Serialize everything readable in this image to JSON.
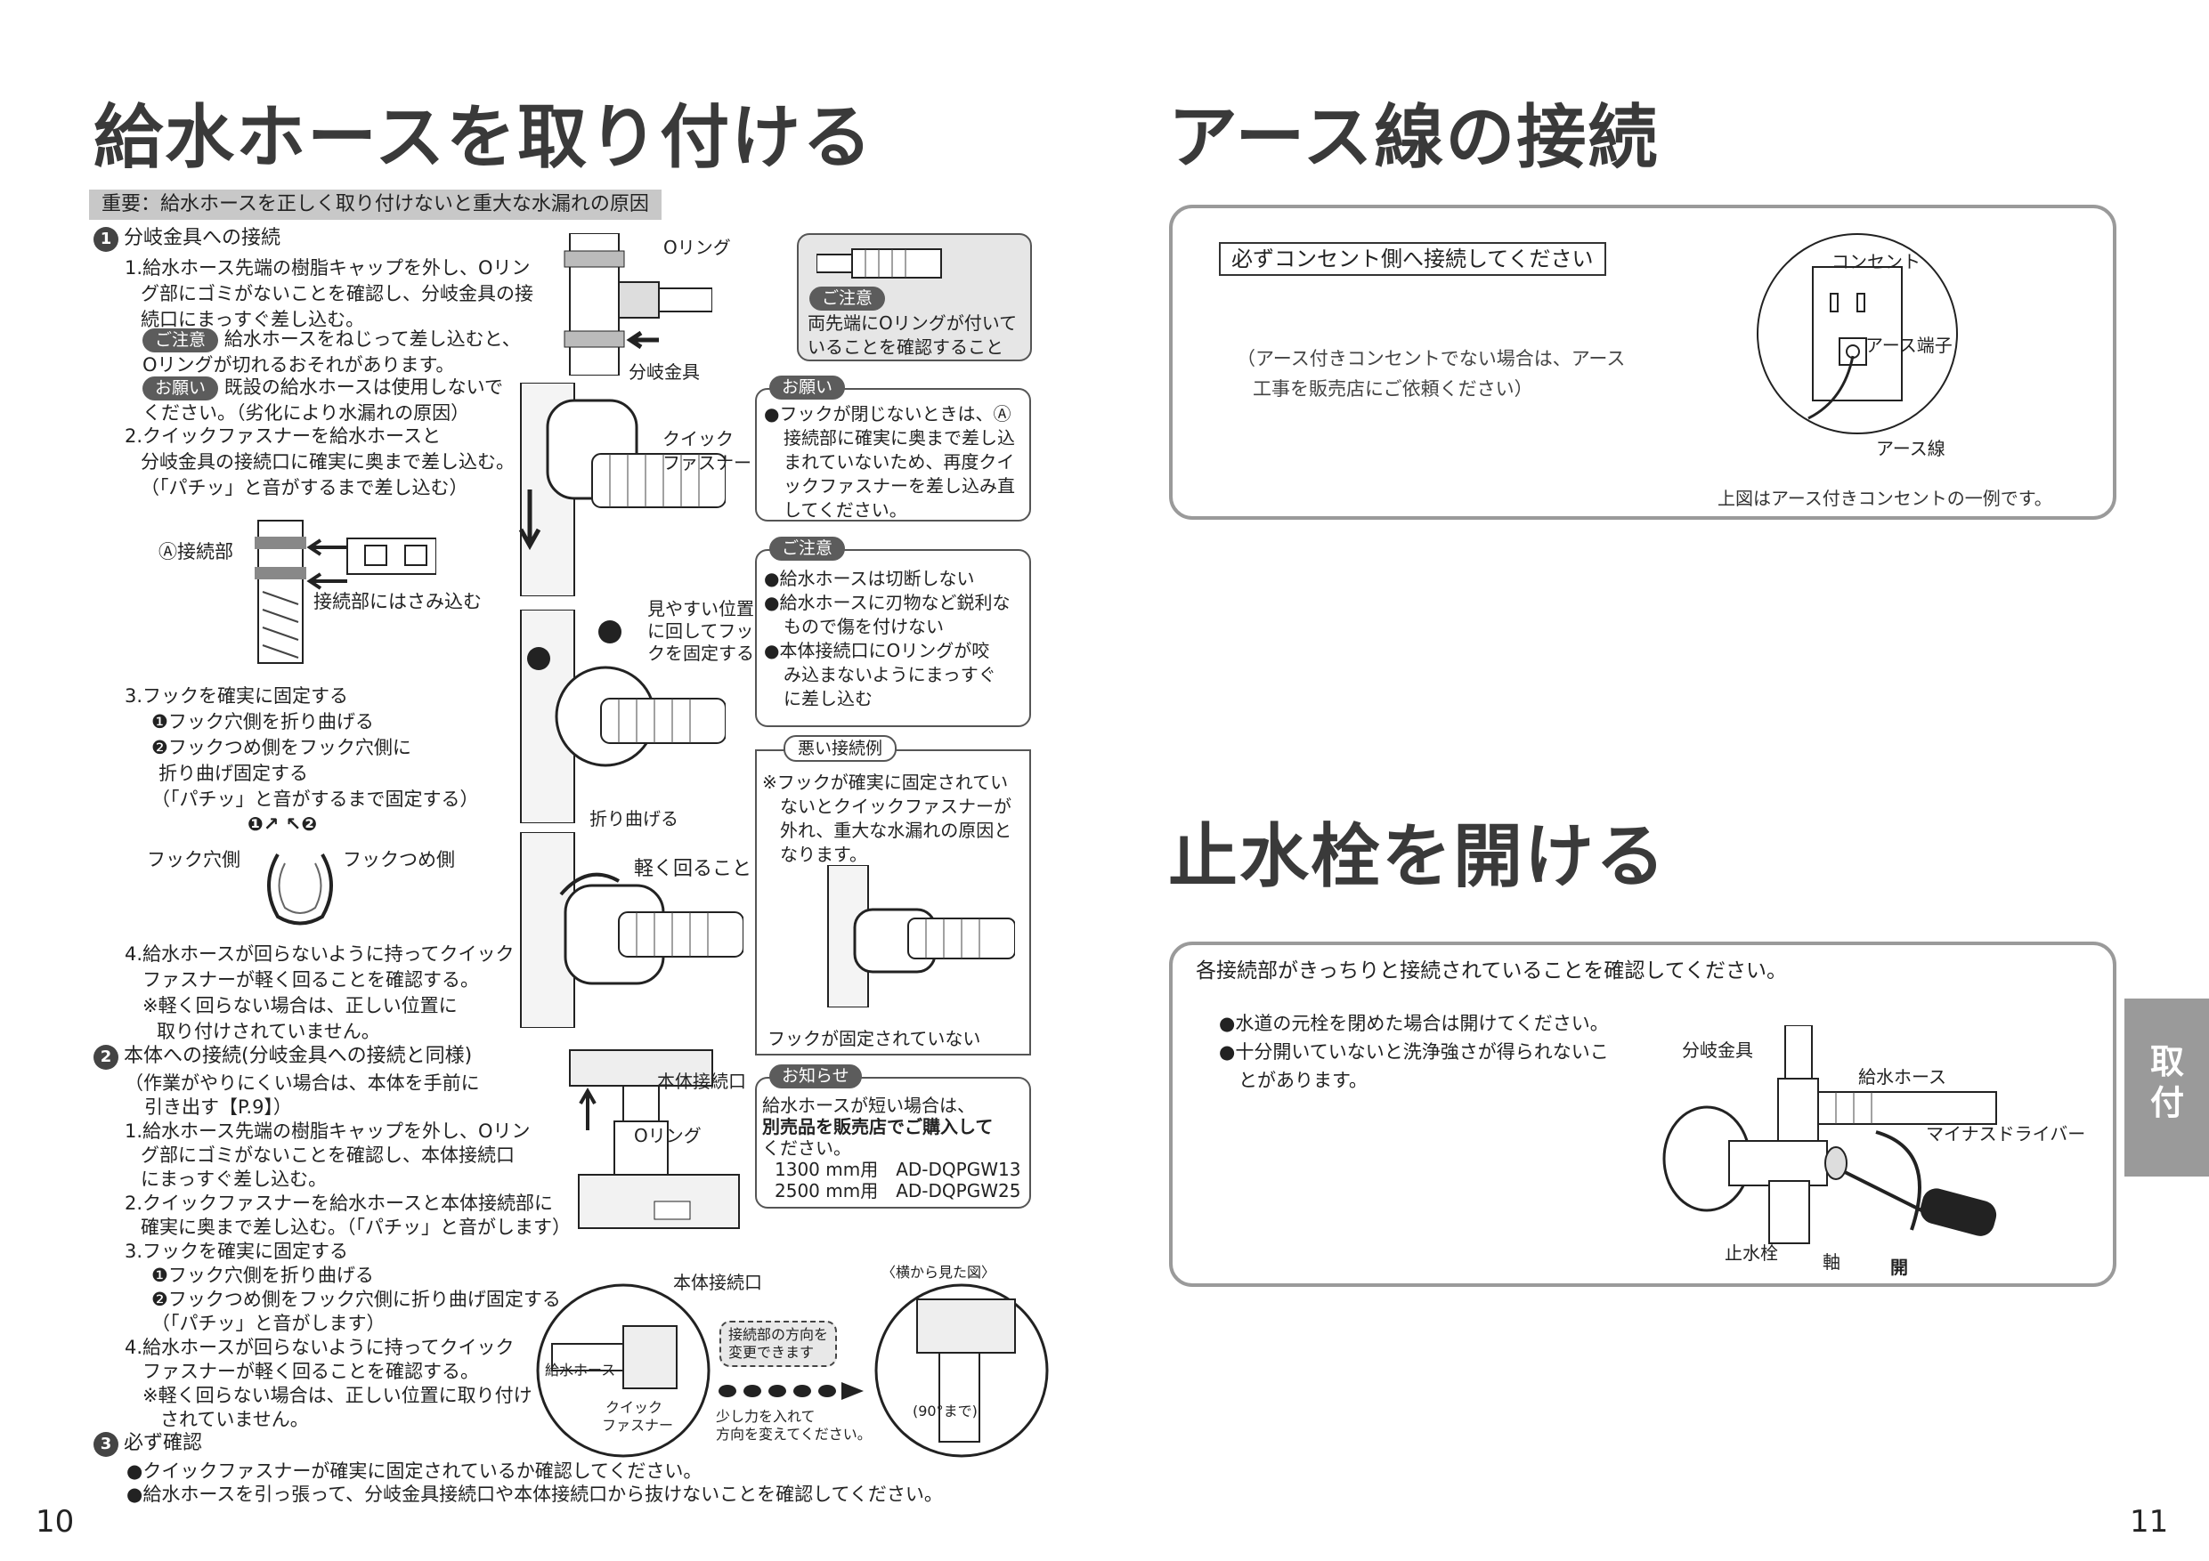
{
  "left": {
    "title": "給水ホースを取り付ける",
    "important": "重要：給水ホースを正しく取り付けないと重大な水漏れの原因",
    "s1": {
      "num": "1",
      "heading": "分岐金具への接続",
      "p1": [
        "1.給水ホース先端の樹脂キャップを外し、Oリン",
        "グ部にゴミがないことを確認し、分岐金具の接",
        "続口にまっすぐ差し込む。"
      ],
      "caution_tag": "ご注意",
      "caution_text": [
        "給水ホースをねじって差し込むと、",
        "Oリングが切れるおそれがあります。"
      ],
      "request_tag": "お願い",
      "request_text": [
        "既設の給水ホースは使用しないで",
        "ください。（劣化により水漏れの原因）"
      ],
      "p2": [
        "2.クイックファスナーを給水ホースと",
        "分岐金具の接続口に確実に奥まで差し込む。",
        "（「パチッ」と音がするまで差し込む）"
      ],
      "fig_a_label": "Ⓐ接続部",
      "fig_a_caption": "接続部にはさみ込む",
      "p3": [
        "3.フックを確実に固定する",
        "❶フック穴側を折り曲げる",
        "❷フックつめ側をフック穴側に",
        "折り曲げ固定する",
        "（「パチッ」と音がするまで固定する）"
      ],
      "hook_hole": "フック穴側",
      "hook_claw": "フックつめ側",
      "hook_marks": "❶↗ ↖❷",
      "p4": [
        "4.給水ホースが回らないように持ってクイック",
        "ファスナーが軽く回ることを確認する。",
        "※軽く回らない場合は、正しい位置に",
        "取り付けされていません。"
      ]
    },
    "s2": {
      "num": "2",
      "heading": "本体への接続(分岐金具への接続と同様)",
      "lines": [
        "（作業がやりにくい場合は、本体を手前に",
        "引き出す【P.9】）",
        "1.給水ホース先端の樹脂キャップを外し、Oリン",
        "グ部にゴミがないことを確認し、本体接続口",
        "にまっすぐ差し込む。",
        "2.クイックファスナーを給水ホースと本体接続部に",
        "確実に奥まで差し込む。（「パチッ」と音がします）",
        "3.フックを確実に固定する",
        "❶フック穴側を折り曲げる",
        "❷フックつめ側をフック穴側に折り曲げ固定する",
        "（「パチッ」と音がします）",
        "4.給水ホースが回らないように持ってクイック",
        "ファスナーが軽く回ることを確認する。",
        "※軽く回らない場合は、正しい位置に取り付け",
        "されていません。"
      ]
    },
    "s3": {
      "num": "3",
      "heading": "必ず確認",
      "b1": "●クイックファスナーが確実に固定されているか確認してください。",
      "b2": "●給水ホースを引っ張って、分岐金具接続口や本体接続口から抜けないことを確認してください。"
    },
    "fig": {
      "oring": "Oリング",
      "branch": "分岐金具",
      "quick": "クイック",
      "fastener": "ファスナー",
      "view_pos1": "見やすい位置",
      "view_pos2": "に回してフッ",
      "view_pos3": "クを固定する",
      "bend": "折り曲げる",
      "rotate": "軽く回ること",
      "body_port": "本体接続口",
      "oring2": "Oリング",
      "body_port2": "本体接続口",
      "side_view": "〈横から見た図〉",
      "hose": "給水ホース",
      "quick2": "クイック",
      "fastener2": "ファスナー",
      "dir1": "接続部の方向を",
      "dir2": "変更できます",
      "force1": "少し力を入れて",
      "force2": "方向を変えてください。",
      "deg": "(90°まで)"
    },
    "callout_oring": {
      "tag": "ご注意",
      "lines": [
        "両先端にOリングが付いて",
        "いることを確認すること"
      ]
    },
    "side_request": {
      "tag": "お願い",
      "lines": [
        "●フックが閉じないときは、Ⓐ",
        "接続部に確実に奥まで差し込",
        "まれていないため、再度クイ",
        "ックファスナーを差し込み直",
        "してください。"
      ]
    },
    "side_caution": {
      "tag": "ご注意",
      "lines": [
        "●給水ホースは切断しない",
        "●給水ホースに刃物など鋭利な",
        "もので傷を付けない",
        "●本体接続口にOリングが咬",
        "み込まないようにまっすぐ",
        "に差し込む"
      ]
    },
    "bad_example": {
      "tag": "悪い接続例",
      "lines": [
        "※フックが確実に固定されてい",
        "ないとクイックファスナーが",
        "外れ、重大な水漏れの原因と",
        "なります。"
      ],
      "caption": "フックが固定されていない"
    },
    "info": {
      "tag": "お知らせ",
      "lines": [
        "給水ホースが短い場合は、",
        "別売品を販売店でご購入して",
        "ください。",
        "1300 mm用　AD-DQPGW13",
        "2500 mm用　AD-DQPGW25"
      ]
    },
    "page_num": "10"
  },
  "right": {
    "title1": "アース線の接続",
    "earth_box": {
      "heading": "必ずコンセント側へ接続してください",
      "note1": "（アース付きコンセントでない場合は、アース",
      "note2": "工事を販売店にご依頼ください）",
      "outlet": "コンセント",
      "terminal": "アース端子",
      "wire": "アース線",
      "caption": "上図はアース付きコンセントの一例です。"
    },
    "title2": "止水栓を開ける",
    "valve_box": {
      "heading": "各接続部がきっちりと接続されていることを確認してください。",
      "b1": "●水道の元栓を閉めた場合は開けてください。",
      "b2a": "●十分開いていないと洗浄強さが得られないこ",
      "b2b": "とがあります。",
      "branch": "分岐金具",
      "hose": "給水ホース",
      "driver": "マイナスドライバー",
      "valve": "止水栓",
      "shaft": "軸",
      "open": "開"
    },
    "side_tab": "取付",
    "page_num": "11"
  },
  "colors": {
    "title": "#3a3a3a",
    "tag_bg": "#5c5c5c",
    "important_bg": "#c8c8c8",
    "side_tab_bg": "#9a9a9a"
  }
}
